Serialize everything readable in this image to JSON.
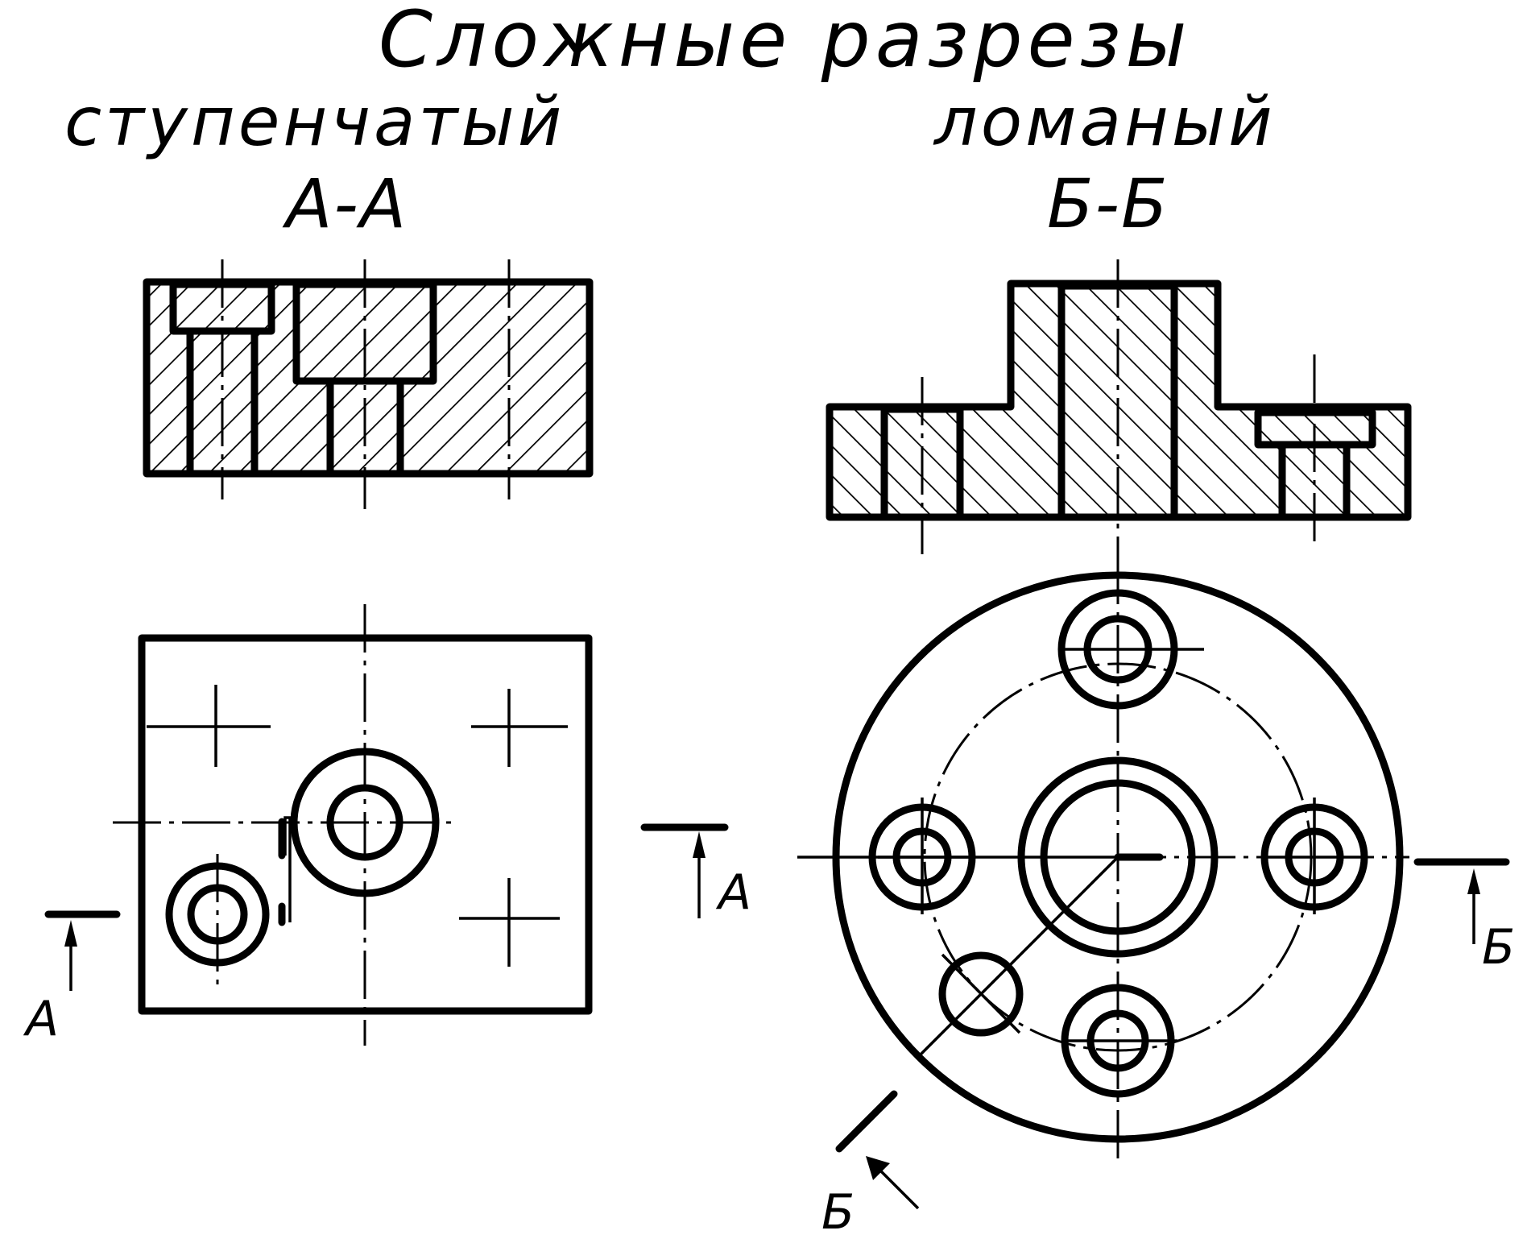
{
  "title": "Сложные разрезы",
  "stepped": {
    "caption": "ступенчатый",
    "section_name": "А-А",
    "cut_label_left": "А",
    "cut_label_right": "А"
  },
  "broken": {
    "caption": "ломаный",
    "section_name": "Б-Б",
    "cut_label_right": "Б",
    "cut_label_bottom": "Б"
  }
}
